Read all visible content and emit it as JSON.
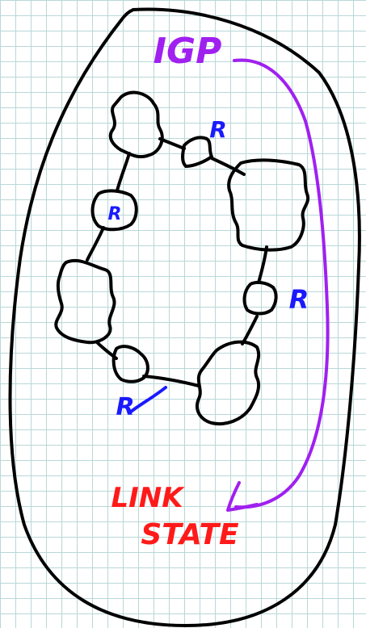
{
  "diagram": {
    "title": "IGP",
    "bottom_label_line1": "LINK",
    "bottom_label_line2": "STATE",
    "router_labels": [
      "R",
      "R",
      "R",
      "R"
    ],
    "colors": {
      "outline": "#000000",
      "igp": "#a020f0",
      "link_state": "#ff1a1a",
      "router": "#1a1aff",
      "grid": "#b9d7d7"
    }
  }
}
